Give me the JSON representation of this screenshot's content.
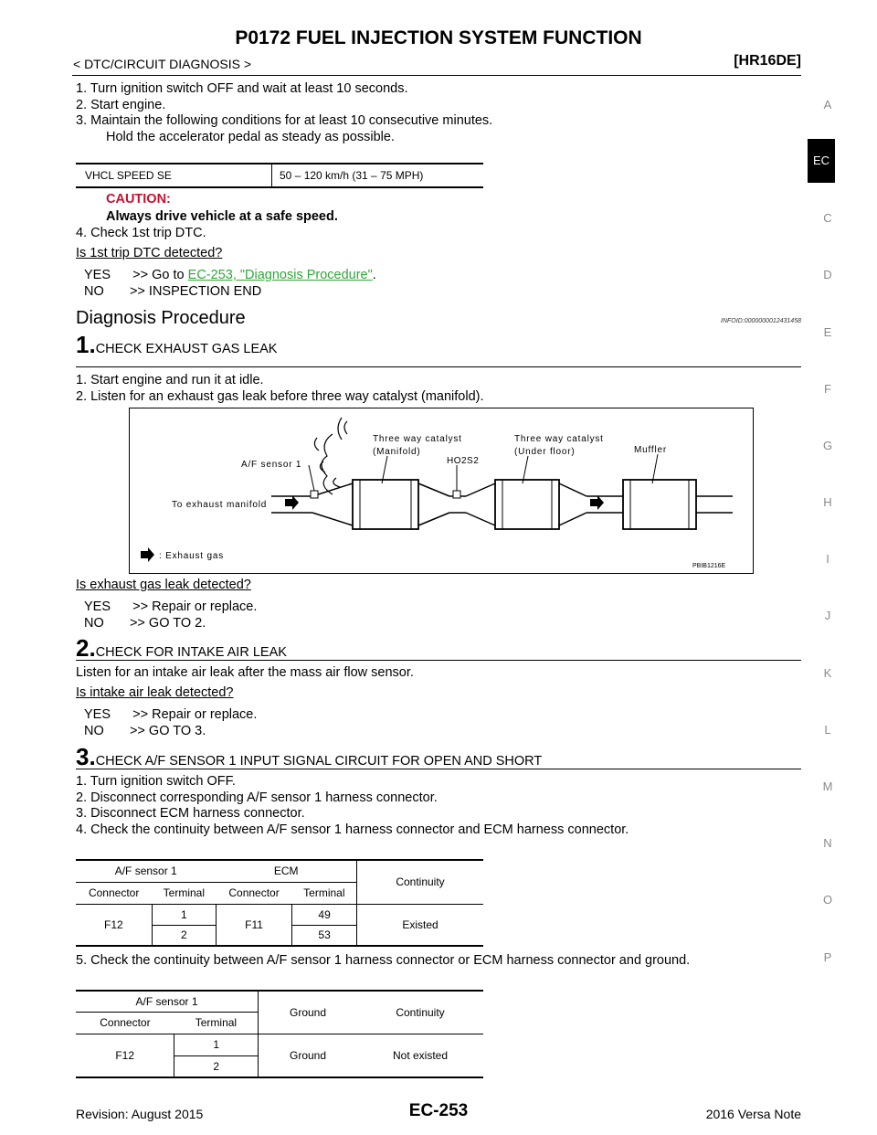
{
  "header": {
    "title": "P0172 FUEL INJECTION SYSTEM FUNCTION",
    "section": "< DTC/CIRCUIT DIAGNOSIS >",
    "model": "[HR16DE]"
  },
  "intro_steps": [
    "1. Turn ignition switch OFF and wait at least 10 seconds.",
    "2. Start engine.",
    "3. Maintain the following conditions for at least 10 consecutive minutes.",
    "Hold the accelerator pedal as steady as possible."
  ],
  "condition_table": {
    "item": "VHCL SPEED SE",
    "value": "50 – 120 km/h (31 – 75 MPH)"
  },
  "caution": {
    "label": "CAUTION:",
    "text": "Always drive vehicle at a safe speed."
  },
  "step4": "4. Check 1st trip DTC.",
  "question1": "Is 1st trip DTC detected?",
  "yes1_prefix": "YES      >> Go to ",
  "yes1_link": "EC-253, \"Diagnosis Procedure\"",
  "yes1_suffix": ".",
  "no1": "NO       >> INSPECTION END",
  "diagnosis": {
    "title": "Diagnosis Procedure",
    "infoid": "INFOID:0000000012431458"
  },
  "s1": {
    "num": "1.",
    "title": "CHECK EXHAUST GAS LEAK",
    "lines": [
      "1. Start engine and run it at idle.",
      "2. Listen for an exhaust gas leak before three way catalyst (manifold)."
    ],
    "question": "Is exhaust gas leak detected?",
    "yes": "YES      >> Repair or replace.",
    "no": "NO       >> GO TO 2."
  },
  "figure": {
    "three_way_manifold_1": "Three way catalyst",
    "three_way_manifold_2": "(Manifold)",
    "ho2s2": "HO2S2",
    "three_way_under_1": "Three way catalyst",
    "three_way_under_2": "(Under floor)",
    "muffler": "Muffler",
    "af_sensor": "A/F sensor 1",
    "to_exhaust": "To exhaust manifold",
    "legend": ": Exhaust gas",
    "code": "PBIB1216E"
  },
  "s2": {
    "num": "2.",
    "title": "CHECK FOR INTAKE AIR LEAK",
    "line": "Listen for an intake air leak after the mass air flow sensor.",
    "question": "Is intake air leak detected?",
    "yes": "YES      >> Repair or replace.",
    "no": "NO       >> GO TO 3."
  },
  "s3": {
    "num": "3.",
    "title": "CHECK A/F SENSOR 1 INPUT SIGNAL CIRCUIT FOR OPEN AND SHORT",
    "lines": [
      "1. Turn ignition switch OFF.",
      "2. Disconnect corresponding A/F sensor 1 harness connector.",
      "3. Disconnect ECM harness connector.",
      "4. Check the continuity between A/F sensor 1 harness connector and ECM harness connector."
    ],
    "line5": "5. Check the continuity between A/F sensor 1 harness connector or ECM harness connector and ground."
  },
  "table1": {
    "h_af": "A/F sensor 1",
    "h_ecm": "ECM",
    "h_cont": "Continuity",
    "h_conn1": "Connector",
    "h_term1": "Terminal",
    "h_conn2": "Connector",
    "h_term2": "Terminal",
    "conn_af": "F12",
    "conn_ecm": "F11",
    "rows": [
      {
        "af_term": "1",
        "ecm_term": "49"
      },
      {
        "af_term": "2",
        "ecm_term": "53"
      }
    ],
    "result": "Existed"
  },
  "table2": {
    "h_af": "A/F sensor 1",
    "h_ground": "Ground",
    "h_cont": "Continuity",
    "h_conn": "Connector",
    "h_term": "Terminal",
    "conn": "F12",
    "terms": [
      "1",
      "2"
    ],
    "ground": "Ground",
    "result": "Not existed"
  },
  "sidebar": {
    "letters": [
      "A",
      "C",
      "D",
      "E",
      "F",
      "G",
      "H",
      "I",
      "J",
      "K",
      "L",
      "M",
      "N",
      "O",
      "P"
    ],
    "active": "EC"
  },
  "footer": {
    "revision": "Revision: August 2015",
    "page": "EC-253",
    "vehicle": "2016 Versa Note"
  }
}
